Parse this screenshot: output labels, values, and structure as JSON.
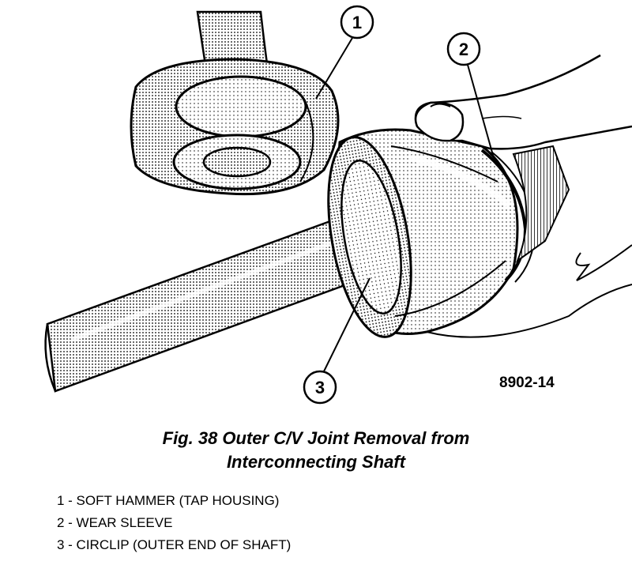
{
  "figure": {
    "id": "8902-14",
    "caption_line1": "Fig. 38 Outer C/V Joint Removal from",
    "caption_line2": "Interconnecting Shaft"
  },
  "callouts": [
    "1",
    "2",
    "3"
  ],
  "legend": [
    "1 - SOFT HAMMER (TAP HOUSING)",
    "2 - WEAR SLEEVE",
    "3 - CIRCLIP (OUTER END OF SHAFT)"
  ]
}
